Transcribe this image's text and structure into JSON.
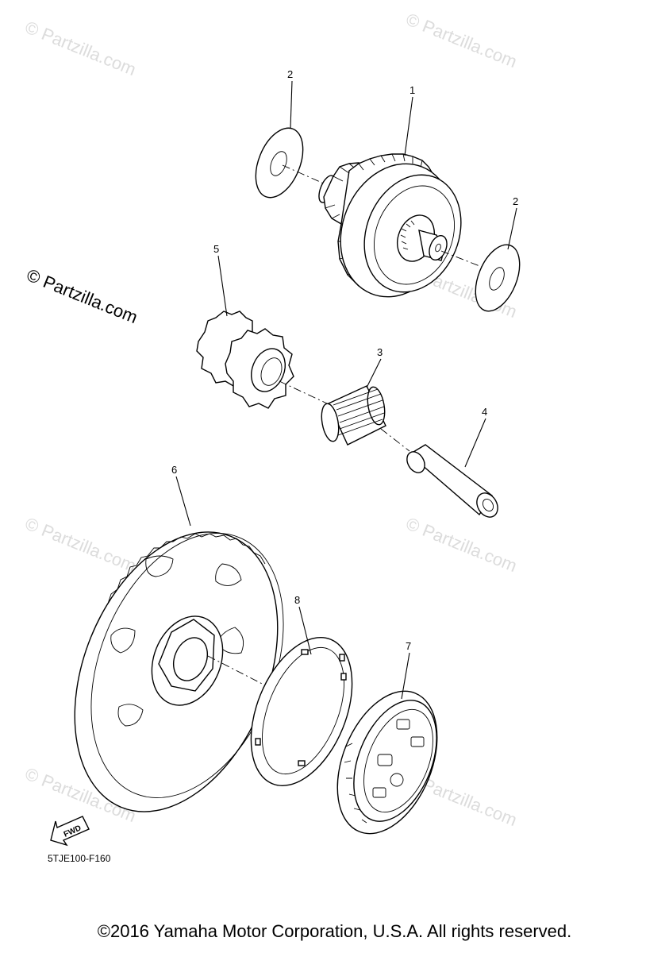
{
  "watermark": {
    "text": "© Partzilla.com"
  },
  "callouts": [
    "1",
    "2",
    "2",
    "3",
    "4",
    "5",
    "6",
    "7",
    "8"
  ],
  "fwd_label": "FWD",
  "diagram_code": "5TJE100-F160",
  "copyright": "©2016 Yamaha Motor Corporation, U.S.A. All rights reserved."
}
